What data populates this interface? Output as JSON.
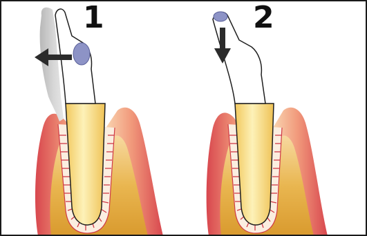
{
  "panels": [
    {
      "label": "1",
      "force_direction": "horizontal"
    },
    {
      "label": "2",
      "force_direction": "vertical"
    }
  ],
  "colors": {
    "border": "#1a1a1a",
    "gum_outer": "#d8474e",
    "gum_mid": "#f0a08a",
    "gum_inner": "#fbe6c4",
    "bone": "#e2b143",
    "root": "#f6d67a",
    "root_highlight": "#fdf4c8",
    "crown": "#ffffff",
    "contact_point": "#8d93c6",
    "shadow": "#c7c7c7",
    "ligament_fibers": "#d03a46",
    "arrow": "#2b2b2b",
    "outline": "#1f1f1f"
  }
}
